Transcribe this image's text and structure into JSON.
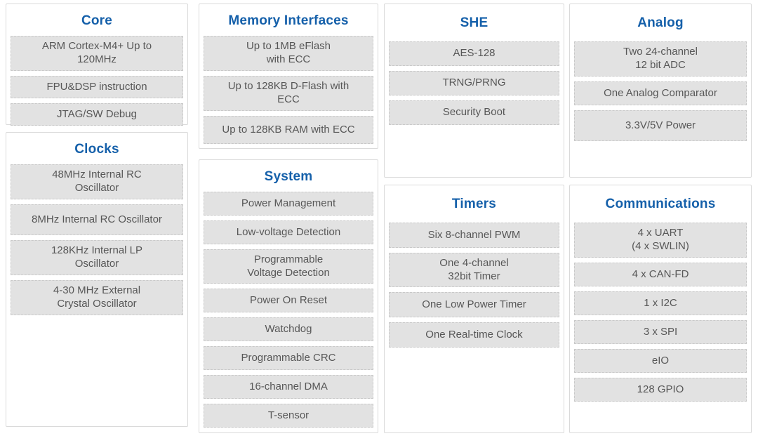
{
  "colors": {
    "heading_blue": "#1560aa",
    "item_background": "#e2e2e2",
    "item_border": "#c9c9c9",
    "box_border": "#dadada",
    "item_text": "#575757",
    "page_background": "#ffffff"
  },
  "sections": [
    {
      "title": "Core",
      "items": [
        "ARM Cortex-M4+ Up to\n120MHz",
        "FPU&DSP instruction",
        "JTAG/SW Debug"
      ]
    },
    {
      "title": "Clocks",
      "items": [
        "48MHz Internal RC\nOscillator",
        "8MHz Internal RC Oscillator",
        "128KHz Internal LP\nOscillator",
        "4-30 MHz External\nCrystal Oscillator"
      ]
    },
    {
      "title": "Memory Interfaces",
      "items": [
        "Up to 1MB eFlash\nwith ECC",
        "Up to 128KB D-Flash with\nECC",
        "Up to 128KB RAM with ECC"
      ]
    },
    {
      "title": "System",
      "items": [
        "Power Management",
        "Low-voltage Detection",
        "Programmable\nVoltage Detection",
        "Power On Reset",
        "Watchdog",
        "Programmable CRC",
        "16-channel DMA",
        "T-sensor"
      ]
    },
    {
      "title": "SHE",
      "items": [
        "AES-128",
        "TRNG/PRNG",
        "Security Boot"
      ]
    },
    {
      "title": "Timers",
      "items": [
        "Six 8-channel PWM",
        "One 4-channel\n32bit Timer",
        "One Low Power Timer",
        "One Real-time Clock"
      ]
    },
    {
      "title": "Analog",
      "items": [
        "Two 24-channel\n12 bit ADC",
        "One Analog Comparator",
        "3.3V/5V Power"
      ]
    },
    {
      "title": "Communications",
      "items": [
        "4 x UART\n(4 x SWLIN)",
        "4 x CAN-FD",
        "1 x I2C",
        "3 x SPI",
        "eIO",
        "128 GPIO"
      ]
    }
  ]
}
